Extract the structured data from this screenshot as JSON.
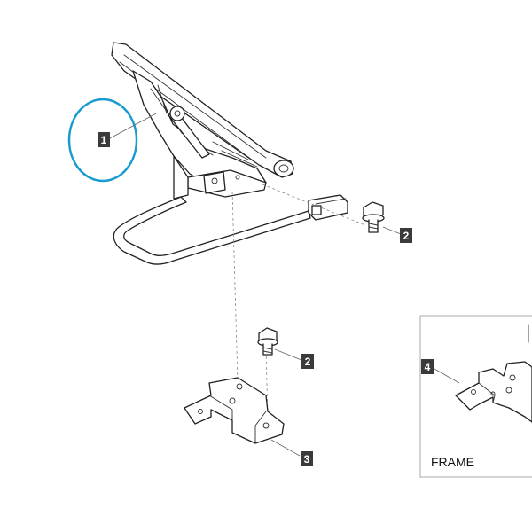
{
  "diagram": {
    "callouts": [
      {
        "id": "1",
        "label": "1"
      },
      {
        "id": "2a",
        "label": "2"
      },
      {
        "id": "2b",
        "label": "2"
      },
      {
        "id": "3",
        "label": "3"
      },
      {
        "id": "4",
        "label": "4"
      }
    ],
    "inset": {
      "caption": "FRAME"
    },
    "colors": {
      "highlight_circle": "#1a9bd0",
      "callout_bg": "#3a3a3a",
      "line": "#222222"
    }
  }
}
